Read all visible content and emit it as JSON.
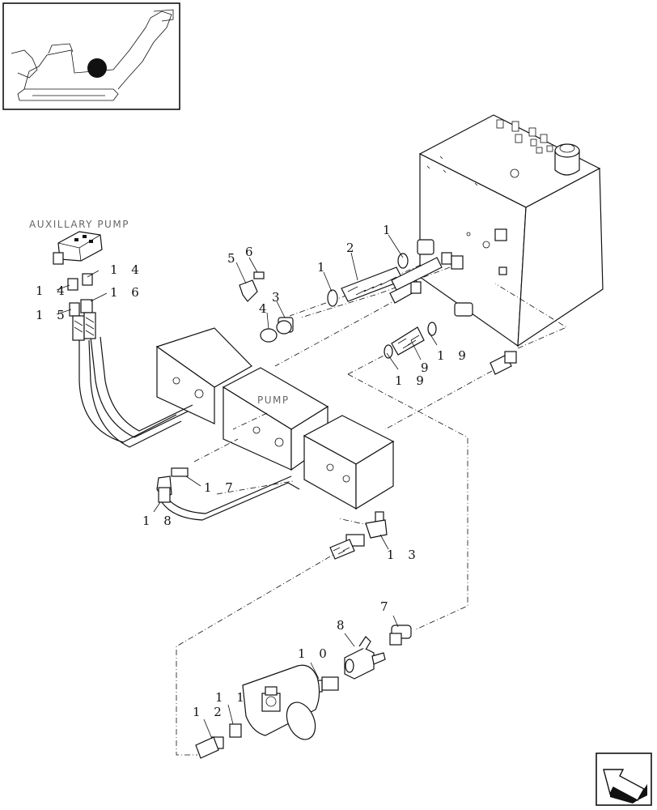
{
  "labels": {
    "auxiliary_pump": "AUXILLARY PUMP",
    "pump": "PUMP"
  },
  "callouts": {
    "c1a": "1",
    "c1b": "1",
    "c2": "2",
    "c3": "3",
    "c4": "4",
    "c5": "5",
    "c6": "6",
    "c7": "7",
    "c8": "8",
    "c9": "9",
    "c10": "1 0",
    "c11": "1 1",
    "c12": "1 2",
    "c13": "1 3",
    "c14a": "1 4",
    "c14b": "1 4",
    "c15": "1 5",
    "c16": "1 6",
    "c17": "1 7",
    "c18": "1 8",
    "c19a": "1 9",
    "c19b": "1 9"
  },
  "icons": {
    "thumbnail": "harvester-locator-icon",
    "navigation": "next-page-arrow-icon"
  }
}
